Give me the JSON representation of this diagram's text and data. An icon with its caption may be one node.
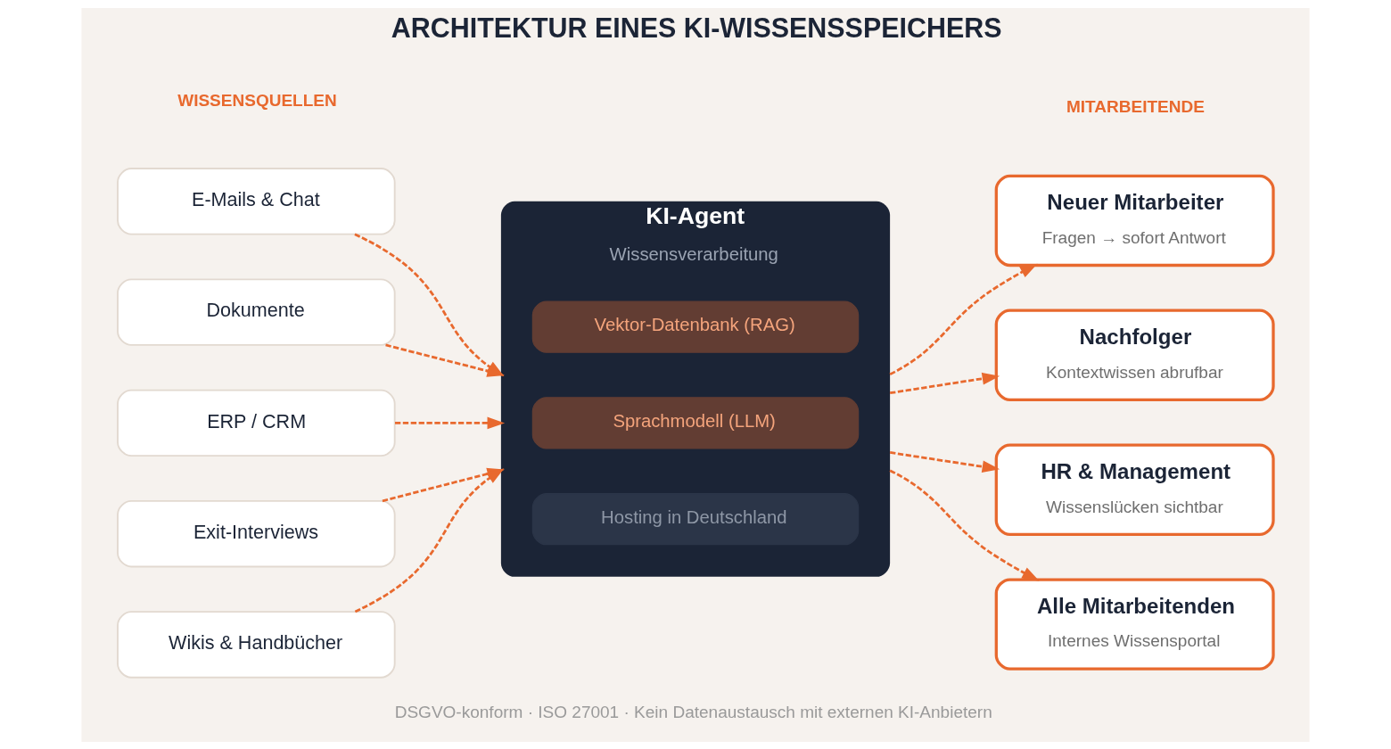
{
  "diagram": {
    "title": "ARCHITEKTUR EINES KI-WISSENSSPEICHERS",
    "caption": "DSGVO-konform · ISO 27001 · Kein Datenaustausch mit externen KI-Anbietern",
    "nodes": [
      {
        "text": [
          "E-Mails & Chat"
        ]
      },
      {
        "text": [
          "Dokumente"
        ]
      },
      {
        "text": [
          "ERP / CRM"
        ]
      },
      {
        "text": [
          "Exit-Interviews"
        ]
      },
      {
        "text": [
          "Wikis & Handbücher"
        ]
      },
      {
        "text": [
          "KI-Agent",
          "Wissensverarbeitung"
        ]
      },
      {
        "text": [
          "Vektor-Datenbank (RAG)"
        ],
        "in": 5
      },
      {
        "text": [
          "Sprachmodell (LLM)"
        ],
        "in": 5
      },
      {
        "text": [
          "Hosting in Deutschland"
        ],
        "in": 5
      },
      {
        "text": [
          "Neuer Mitarbeiter",
          "Fragen → sofort Antwort"
        ]
      },
      {
        "text": [
          "Nachfolger",
          "Kontextwissen abrufbar"
        ]
      },
      {
        "text": [
          "HR & Management",
          "Wissenslücken sichtbar"
        ]
      },
      {
        "text": [
          "Alle Mitarbeitenden",
          "Internes Wissensportal"
        ]
      }
    ],
    "edges": [
      {
        "from": 0,
        "to": 5,
        "arrow": "to",
        "style": "dashed"
      },
      {
        "from": 1,
        "to": 5,
        "arrow": "to",
        "style": "dashed"
      },
      {
        "from": 2,
        "to": 5,
        "arrow": "to",
        "style": "dashed"
      },
      {
        "from": 3,
        "to": 5,
        "arrow": "to",
        "style": "dashed"
      },
      {
        "from": 4,
        "to": 5,
        "arrow": "to",
        "style": "dashed"
      },
      {
        "from": 5,
        "to": 9,
        "arrow": "to",
        "style": "dashed"
      },
      {
        "from": 5,
        "to": 10,
        "arrow": "to",
        "style": "dashed"
      },
      {
        "from": 5,
        "to": 11,
        "arrow": "to",
        "style": "dashed"
      },
      {
        "from": 5,
        "to": 12,
        "arrow": "to",
        "style": "dashed"
      }
    ],
    "labels": [
      "WISSENSQUELLEN",
      "MITARBEITENDE"
    ]
  }
}
